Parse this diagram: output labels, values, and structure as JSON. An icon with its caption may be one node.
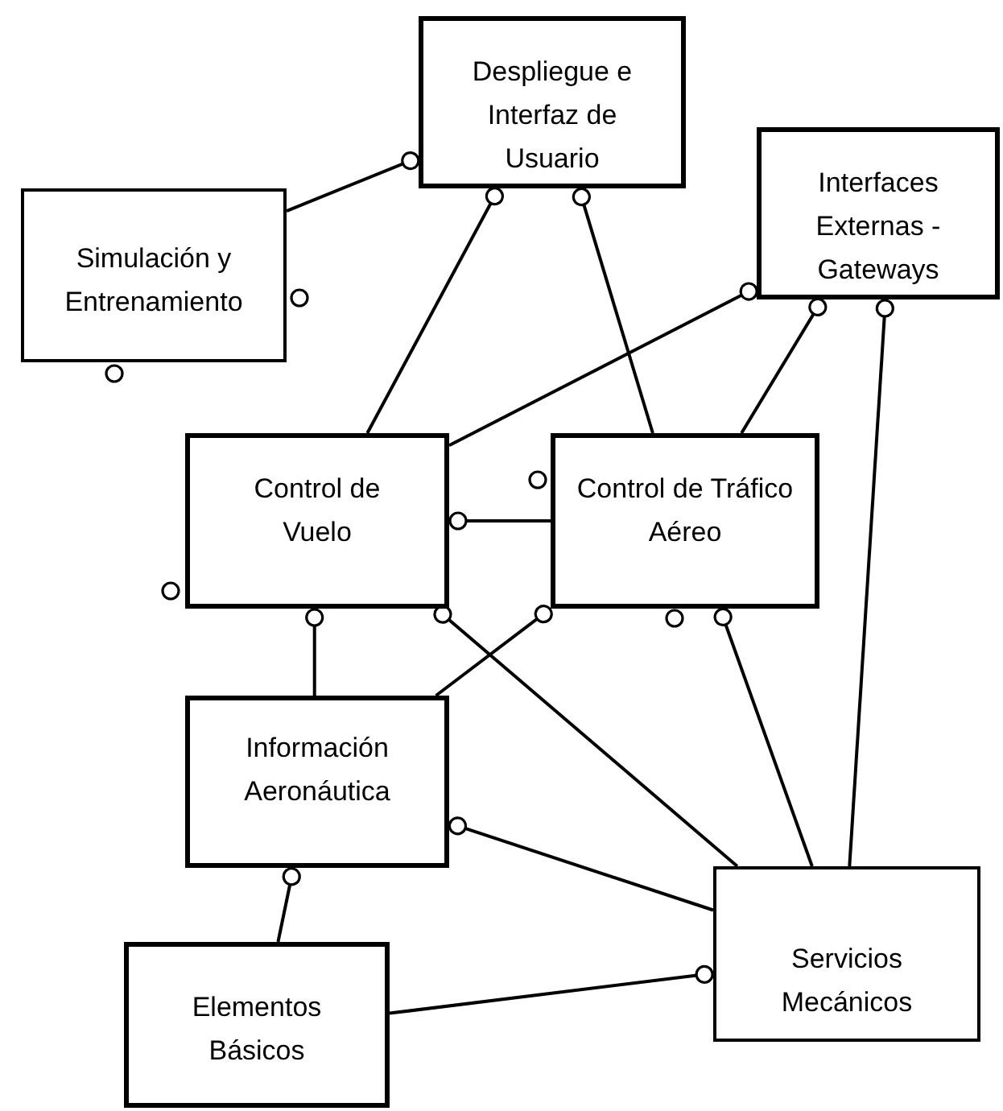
{
  "diagram": {
    "nodes": [
      {
        "text": [
          "Despliegue e Interfaz de Usuario"
        ]
      },
      {
        "text": [
          "Interfaces Externas -Gateways"
        ]
      },
      {
        "text": [
          "Simulación y Entrenamiento"
        ]
      },
      {
        "text": [
          "Control de Vuelo"
        ]
      },
      {
        "text": [
          "Control de Tráfico Aéreo"
        ]
      },
      {
        "text": [
          "Información Aeronáutica"
        ]
      },
      {
        "text": [
          "Elementos Básicos"
        ]
      },
      {
        "text": [
          "Servicios Mecánicos"
        ]
      }
    ],
    "edges": [
      {
        "from": 2,
        "to": 0,
        "arrow": "other"
      },
      {
        "from": 3,
        "to": 0,
        "arrow": "other"
      },
      {
        "from": 4,
        "to": 0,
        "arrow": "other"
      },
      {
        "from": 3,
        "to": 1,
        "arrow": "other"
      },
      {
        "from": 4,
        "to": 1,
        "arrow": "other"
      },
      {
        "from": 7,
        "to": 1,
        "arrow": "other"
      },
      {
        "from": 4,
        "to": 3,
        "arrow": "other"
      },
      {
        "from": 5,
        "to": 3,
        "arrow": "other"
      },
      {
        "from": 7,
        "to": 3,
        "arrow": "other"
      },
      {
        "from": 5,
        "to": 4,
        "arrow": "other"
      },
      {
        "from": 7,
        "to": 4,
        "arrow": "other"
      },
      {
        "from": 7,
        "to": 5,
        "arrow": "other"
      },
      {
        "from": 6,
        "to": 5,
        "arrow": "other"
      },
      {
        "from": 6,
        "to": 7,
        "arrow": "other"
      }
    ]
  }
}
